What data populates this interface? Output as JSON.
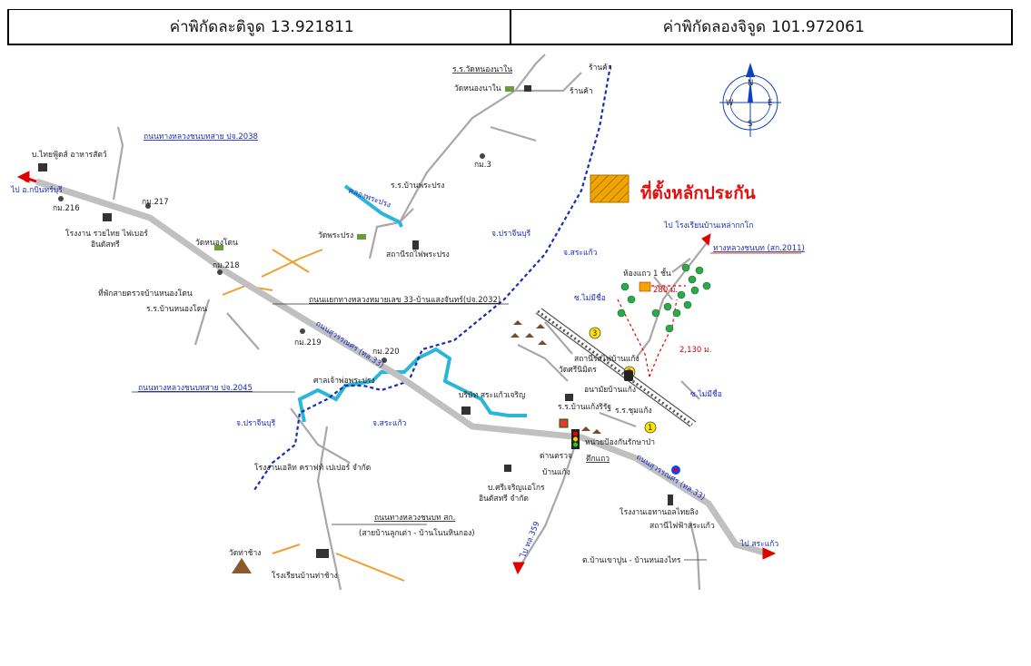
{
  "header": {
    "latitude_label": "ค่าพิกัดละติจูด",
    "latitude_value": "13.921811",
    "longitude_label": "ค่าพิกัดลองจิจูด",
    "longitude_value": "101.972061"
  },
  "legend": {
    "label": "ที่ตั้งหลักประกัน",
    "swatch_color": "#f0a500"
  },
  "compass": {
    "n": "N",
    "s": "S",
    "e": "E",
    "w": "W"
  },
  "colors": {
    "highway": "#c0c0c0",
    "local_road": "#999999",
    "river": "#29b6d9",
    "province_border": "#1a2fb0",
    "orange_road": "#f0a030",
    "arrow": "#e00000"
  },
  "labels": {
    "school_nongnanai": "ร.ร.วัดหนองนาใน",
    "wat_nongnanai": "วัดหนองนาใน",
    "shop1": "ร้านค้า",
    "shop2": "ร้านค้า",
    "road_2038": "ถนนทางหลวงชนบทสาย ปจ.2038",
    "thai_food": "บ.ไทยฟู้ดส์ อาหารสัตว์",
    "km3": "กม.3",
    "to_kabinburi": "ไป อ.กบินทร์บุรี",
    "km216": "กม.216",
    "km217": "กม.217",
    "school_banphraprong": "ร.ร.บ้านพระปรง",
    "klong_phraprong": "คลองพระปรง",
    "fiber_factory_1": "โรงงาน รวยไทย ไฟเบอร์",
    "fiber_factory_2": "อินดัสทรี",
    "wat_nongkhon": "วัดหนองโดน",
    "wat_phraprong": "วัดพระปรง",
    "station_phraprong": "สถานีรถไฟพระปรง",
    "prov_prachinburi_1": "จ.ปราจีนบุรี",
    "km218": "กม.218",
    "checkpoint": "ที่พักสายตรวจบ้านหนองโดน",
    "school_nongkhon": "ร.ร.บ้านหนองโดน",
    "road_2032": "ถนนแยกทางหลวงหมายเลข 33-บ้านแสงจันทร์(ปจ.2032)",
    "km219": "กม.219",
    "km220": "กม.220",
    "road_suwannasorn_1": "ถนนสุวรรณศร (ทล.33)",
    "sala_phraprong": "ศาลเจ้าพ่อพระปรง",
    "road_2045": "ถนนทางหลวงชนบทสาย ปจ.2045",
    "sakaeo_charoen": "บริษัท สระแก้วเจริญ",
    "prov_prachinburi_2": "จ.ปราจีนบุรี",
    "prov_sakaeo_1": "จ.สระแก้ว",
    "paper_factory": "โรงงานเอลิท คราฟท์ เปเปอร์ จำกัด",
    "prov_sakaeo_2": "จ.สระแก้ว",
    "to_school_laokok": "ไป โรงเรียนบ้านเหล่ากกโก",
    "road_2011": "ทางหลวงชนบท (สก.2011)",
    "room_row": "ห้องแถว 1 ชั้น",
    "dist_280": "280 ม.",
    "soi_unnamed_1": "ซ.ไม่มีชื่อ",
    "soi_unnamed_2": "ซ.ไม่มีชื่อ",
    "dist_2130": "2,130 ม.",
    "station_banbaengkaeo": "สถานีรถไฟบ้านแก้ง",
    "wat_srimitr": "วัดศรีนิมิตร",
    "health_center": "อนามัยบ้านแก้ง",
    "school_banbaeng_ratrat": "ร.ร.บ้านแก้งริรัฐ",
    "school_chumbaeng": "ร.ร.ชุมแก้ง",
    "traffic_unit": "หน่วยป้องกันรักษาป่า",
    "shophouse": "ตึกแถว",
    "checkpoint_baeng_1": "ด่านตรวจ",
    "checkpoint_baeng_2": "บ้านแก้ง",
    "road_suwannasorn_2": "ถนนสุวรรณศร (ทล.33)",
    "sricharoen_1": "บ.ศรีเจริญแอโกร",
    "sricharoen_2": "อินดัสทรี จำกัด",
    "ethanol_plant": "โรงงานเอทานอลไทยลิง",
    "substation": "สถานีไฟฟ้าสระแก้ว",
    "to_sakaeo": "ไป สระแก้ว",
    "road_rural_title": "ถนนทางหลวงชนบท สก.",
    "road_rural_sub": "(สายบ้านลูกเต่า - บ้านโนนหินกอง)",
    "wat_thachang": "วัดท่าช้าง",
    "school_thachang": "โรงเรียนบ้านท่าช้าง",
    "road_baengkaeo_south": "ไป ทล.359",
    "to_banbaengnong": "ต.บ้านเขาปูน - บ้านหนองไทร",
    "num1": "1",
    "num2": "2",
    "num3": "3"
  }
}
